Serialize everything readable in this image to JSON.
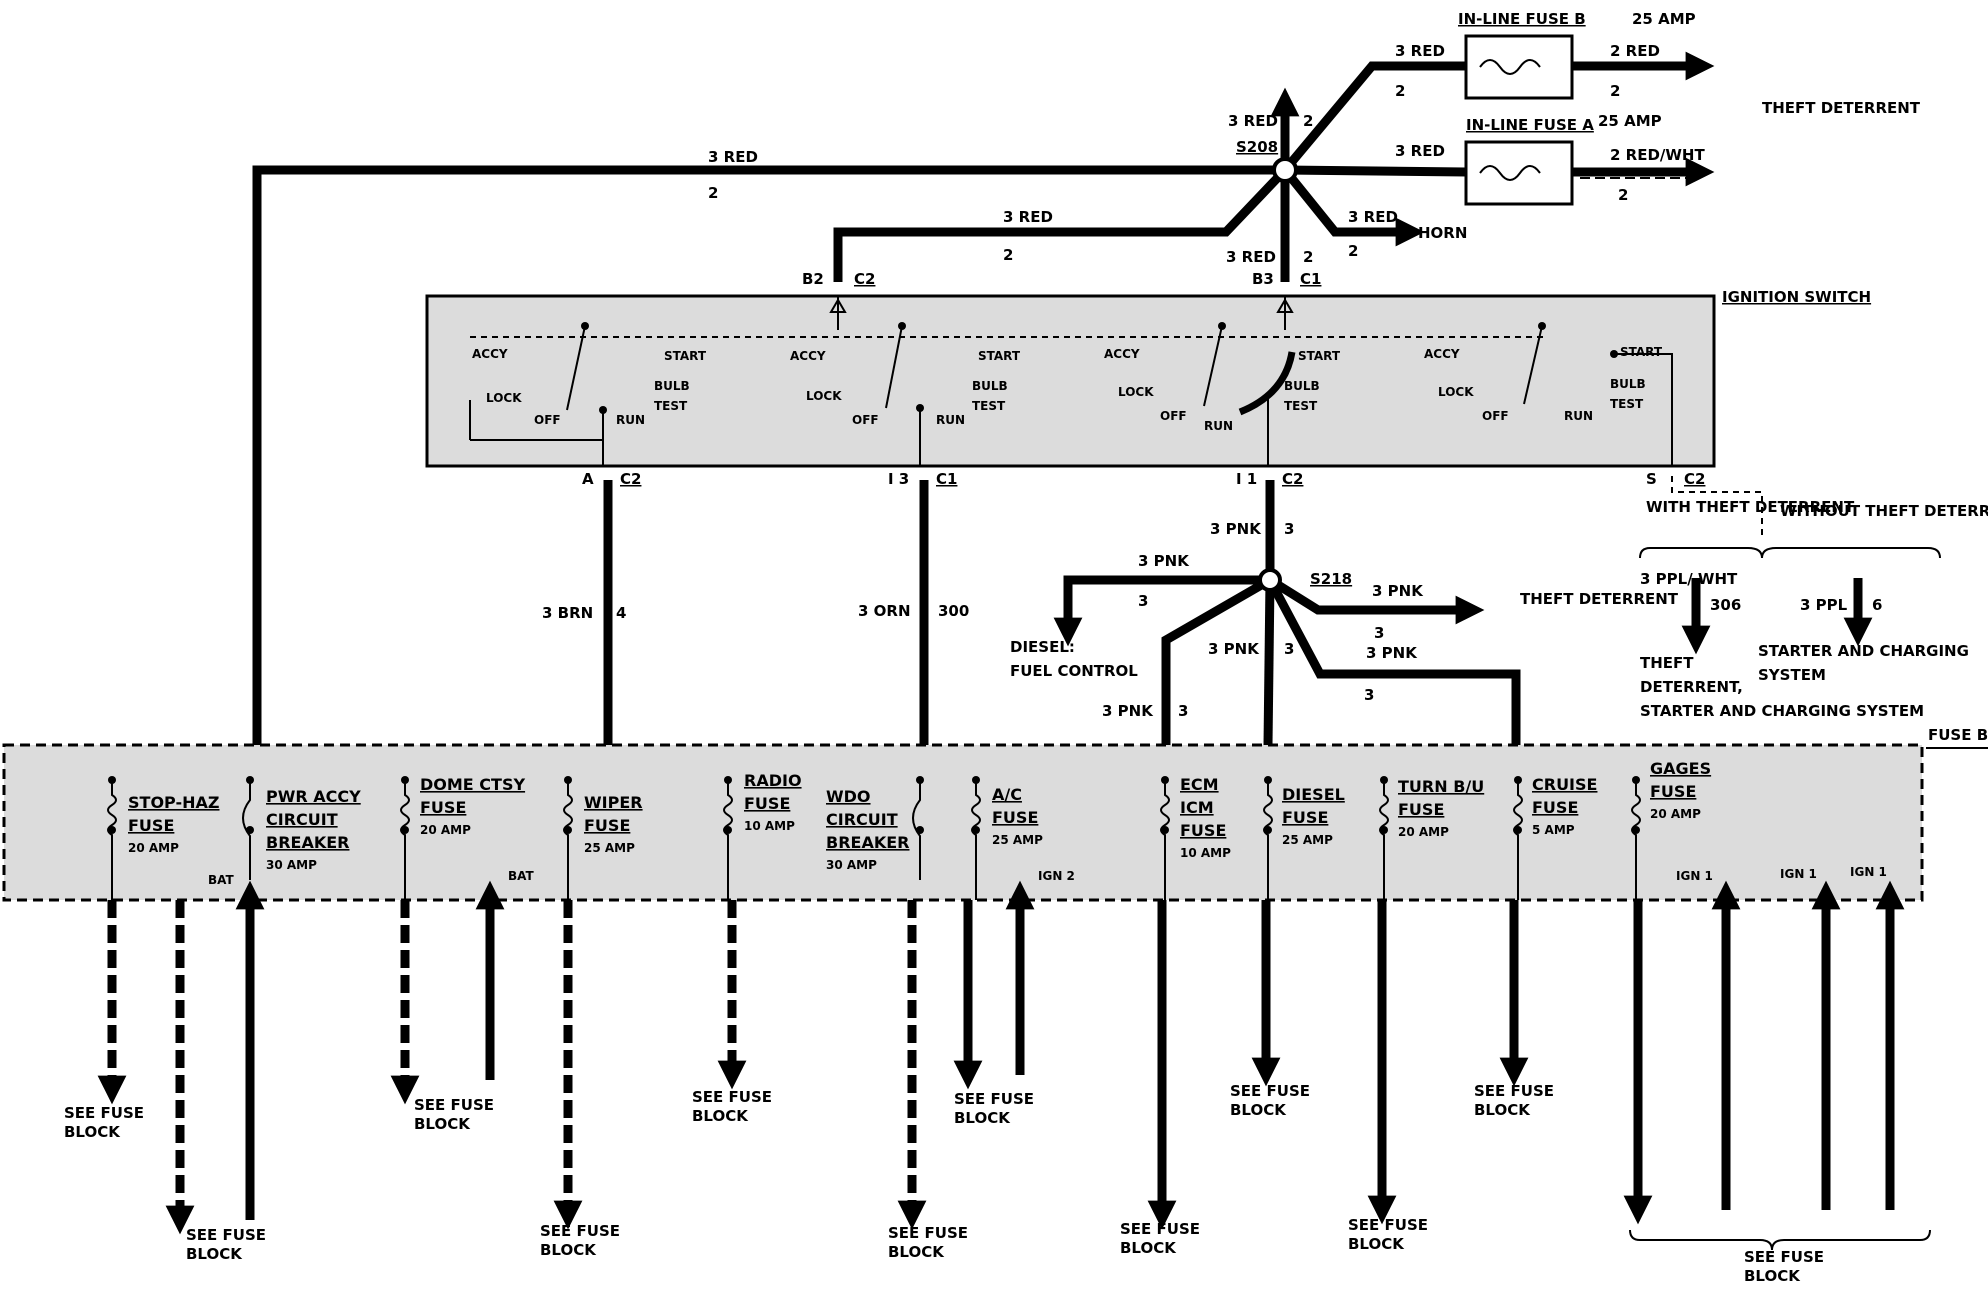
{
  "in_line_fuse_b": {
    "title": "IN-LINE FUSE B",
    "rating": "25 AMP",
    "in_wire": "3 RED",
    "in_ckt": "2",
    "out_wire": "2 RED",
    "out_ckt": "2"
  },
  "in_line_fuse_a": {
    "title": "IN-LINE FUSE A",
    "rating": "25 AMP",
    "in_wire": "3 RED",
    "in_ckt": "2",
    "out_wire": "2 RED/WHT",
    "out_ckt": "2"
  },
  "theft_top": "THEFT DETERRENT",
  "splice_s208": {
    "name": "S208",
    "wire_up": "3 RED",
    "ckt_up": "2"
  },
  "main_feed": {
    "wire": "3 RED",
    "ckt": "2"
  },
  "b2_feed": {
    "wire": "3 RED",
    "ckt": "2"
  },
  "b3_feed": {
    "wire": "3 RED",
    "ckt": "2"
  },
  "horn_feed": {
    "wire": "3 RED",
    "ckt": "2",
    "dest": "HORN"
  },
  "connectors": {
    "b2": "B2",
    "b2c": "C2",
    "b3": "B3",
    "b3c": "C1",
    "a": "A",
    "ac": "C2",
    "i3": "I 3",
    "i3c": "C1",
    "i1": "I 1",
    "i1c": "C2",
    "s": "S",
    "sc": "C2"
  },
  "ignition_switch": {
    "title": "IGNITION SWITCH",
    "positions": {
      "accy": "ACCY",
      "lock": "LOCK",
      "off": "OFF",
      "run": "RUN",
      "start": "START",
      "bulb": "BULB",
      "test": "TEST"
    }
  },
  "wires_down": {
    "brn": {
      "wire": "3 BRN",
      "ckt": "4"
    },
    "orn": {
      "wire": "3 ORN",
      "ckt": "300"
    },
    "pnk": {
      "wire": "3 PNK",
      "ckt": "3"
    }
  },
  "splice_s218": {
    "name": "S218",
    "left_wire": "3 PNK",
    "left_ckt": "3",
    "diesel_line1": "DIESEL:",
    "diesel_line2": "FUEL CONTROL",
    "right_wire": "3 PNK",
    "right_dest": "THEFT DETERRENT",
    "ckt": "3",
    "mid_wire": "3 PNK",
    "mid_ckt": "3",
    "far_wire": "3 PNK",
    "far_ckt": "3",
    "ecm_wire": "3 PNK",
    "ecm_ckt": "3"
  },
  "theft_options": {
    "with": "WITH THEFT DETERRENT",
    "without": "WITHOUT THEFT DETERRENT",
    "ppl_wht": "3 PPL/ WHT",
    "ppl_wht_ckt": "306",
    "ppl": "3 PPL",
    "ppl_ckt": "6",
    "dest_with_1": "THEFT",
    "dest_with_2": "DETERRENT,",
    "dest_with_3": "STARTER AND CHARGING SYSTEM",
    "dest_without_1": "STARTER AND CHARGING",
    "dest_without_2": "SYSTEM"
  },
  "fuse_block": {
    "title": "FUSE BLOCK",
    "fuses": [
      {
        "name": "STOP-HAZ FUSE",
        "rating": "20 AMP"
      },
      {
        "name": "PWR ACCY CIRCUIT BREAKER",
        "rating": "30 AMP"
      },
      {
        "name": "DOME CTSY FUSE",
        "rating": "20 AMP"
      },
      {
        "name": "WIPER FUSE",
        "rating": "25 AMP"
      },
      {
        "name": "RADIO FUSE",
        "rating": "10 AMP"
      },
      {
        "name": "WDO CIRCUIT BREAKER",
        "rating": "30 AMP"
      },
      {
        "name": "A/C FUSE",
        "rating": "25 AMP"
      },
      {
        "name": "ECM ICM FUSE",
        "rating": "10 AMP"
      },
      {
        "name": "DIESEL FUSE",
        "rating": "25 AMP"
      },
      {
        "name": "TURN B/U FUSE",
        "rating": "20 AMP"
      },
      {
        "name": "CRUISE FUSE",
        "rating": "5 AMP"
      },
      {
        "name": "GAGES FUSE",
        "rating": "20 AMP"
      }
    ],
    "taps": {
      "bat": "BAT",
      "ign2": "IGN 2",
      "ign1": "IGN 1"
    }
  },
  "see_fuse_block": "SEE FUSE BLOCK"
}
